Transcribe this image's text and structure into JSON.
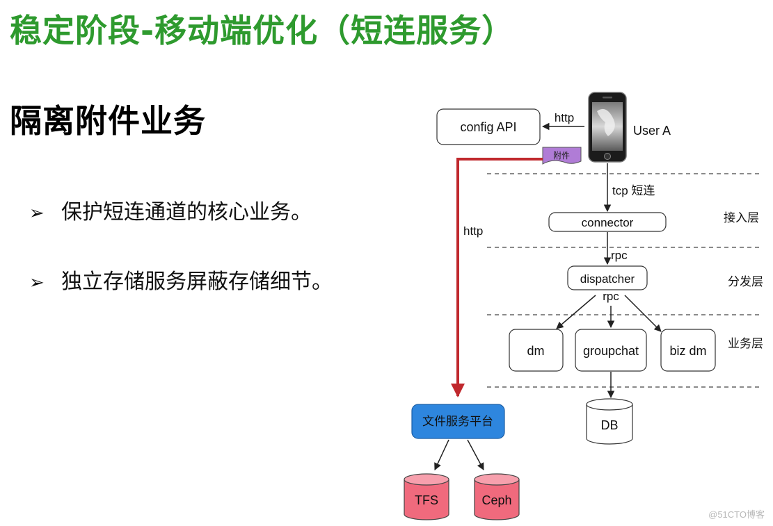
{
  "title": "稳定阶段-移动端优化（短连服务）",
  "subtitle": "隔离附件业务",
  "bullets": [
    {
      "marker": "➢",
      "text": "保护短连通道的核心业务。"
    },
    {
      "marker": "➢",
      "text": "独立存储服务屏蔽存储细节。"
    }
  ],
  "diagram": {
    "user_label": "User A",
    "config_api": "config API",
    "http_top": "http",
    "attachment_tag": "附件",
    "http_side": "http",
    "tcp_label": "tcp 短连",
    "connector": "connector",
    "rpc1": "rpc",
    "dispatcher": "dispatcher",
    "rpc2": "rpc",
    "dm": "dm",
    "groupchat": "groupchat",
    "biz_dm": "biz dm",
    "db": "DB",
    "file_service": "文件服务平台",
    "tfs": "TFS",
    "ceph": "Ceph",
    "layers": [
      "接入层",
      "分发层",
      "业务层"
    ],
    "colors": {
      "title_green": "#2e9a2e",
      "red_arrow": "#c0282d",
      "file_service_blue": "#2e86de",
      "storage_pink": "#f06a7d",
      "tag_purple": "#b07cd6"
    }
  },
  "watermark": "@51CTO博客"
}
